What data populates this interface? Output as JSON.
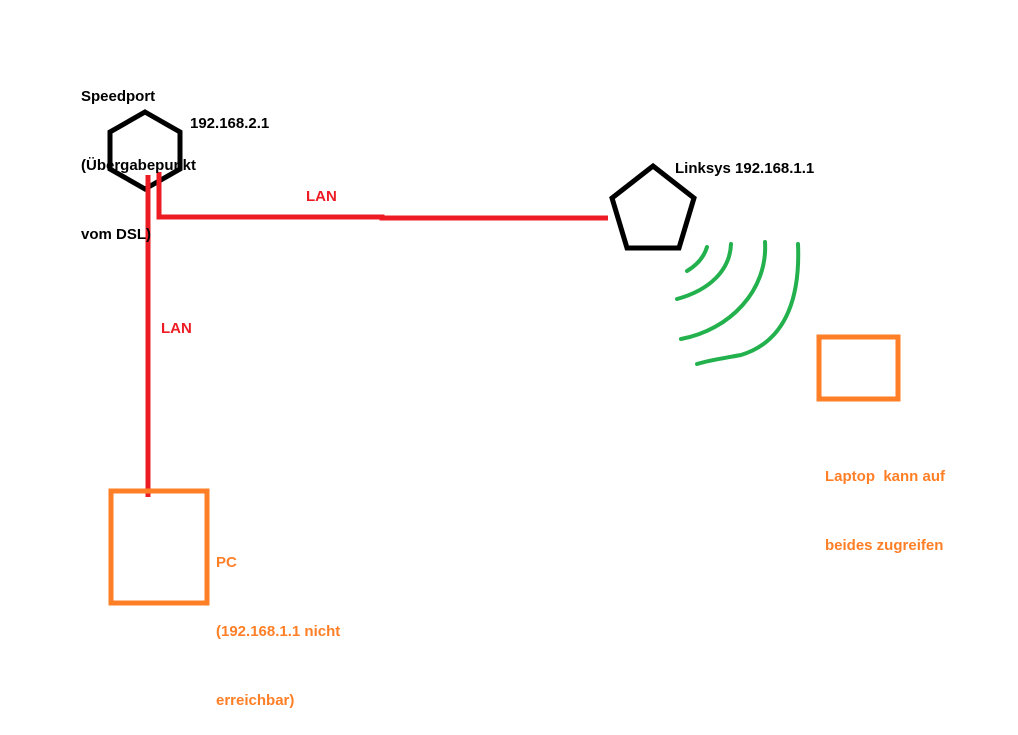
{
  "colors": {
    "device_outline": "#000000",
    "lan": "#ed1c24",
    "wifi": "#22b14c",
    "client": "#ff7f27"
  },
  "nodes": {
    "speedport": {
      "name_lines": [
        "Speedport",
        "(Übergabepunkt",
        "vom DSL)"
      ],
      "ip": "192.168.2.1",
      "shape": "hexagon"
    },
    "linksys": {
      "label": "Linksys 192.168.1.1",
      "shape": "pentagon"
    },
    "pc": {
      "label_lines": [
        "PC",
        "(192.168.1.1 nicht",
        "erreichbar)"
      ],
      "shape": "rectangle"
    },
    "laptop": {
      "label_lines": [
        "Laptop  kann auf",
        "beides zugreifen"
      ],
      "shape": "rectangle"
    }
  },
  "edges": [
    {
      "from": "speedport",
      "to": "linksys",
      "label": "LAN",
      "type": "wired"
    },
    {
      "from": "speedport",
      "to": "pc",
      "label": "LAN",
      "type": "wired"
    },
    {
      "from": "linksys",
      "to": "laptop",
      "label": "",
      "type": "wireless"
    }
  ]
}
